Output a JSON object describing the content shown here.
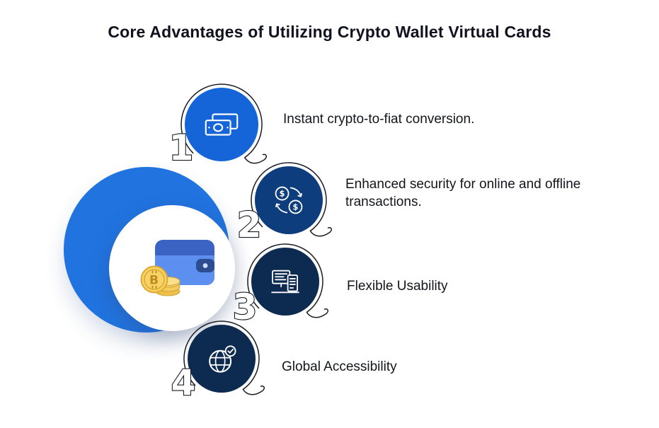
{
  "title": "Core Advantages of Utilizing Crypto Wallet Virtual Cards",
  "center": {
    "illustration": "crypto-wallet-with-bitcoin-coins",
    "bitcoin_symbol": "₿",
    "coin_letter": "B",
    "outer_circle_color": "#2173e0"
  },
  "advantages": [
    {
      "number": "1",
      "label": "Instant crypto-to-fiat conversion.",
      "icon": "banknotes-icon",
      "badge_color": "#1564d8"
    },
    {
      "number": "2",
      "label": "Enhanced security for online and offline transactions.",
      "icon": "currency-exchange-icon",
      "badge_color": "#0d3d7d"
    },
    {
      "number": "3",
      "label": "Flexible Usability",
      "icon": "devices-cards-icon",
      "badge_color": "#0d2b50"
    },
    {
      "number": "4",
      "label": "Global Accessibility",
      "icon": "globe-check-icon",
      "badge_color": "#0d2b50"
    }
  ]
}
